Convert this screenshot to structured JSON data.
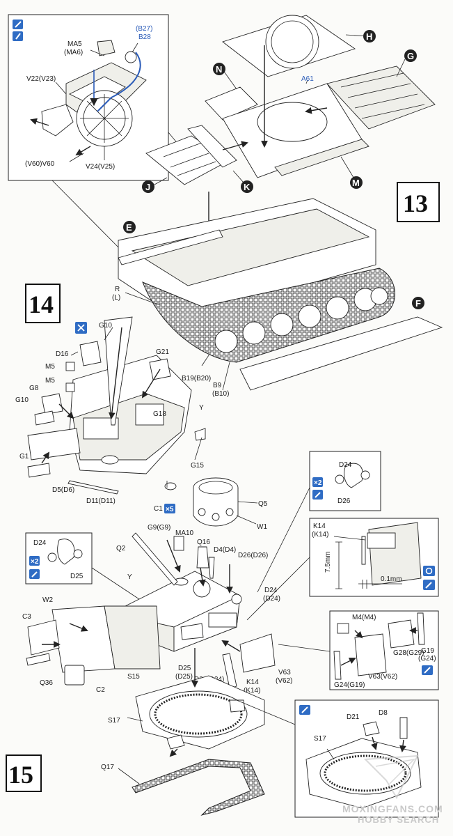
{
  "steps": {
    "s13": "13",
    "s14": "14",
    "s15": "15"
  },
  "subassemblies": {
    "H": "H",
    "G": "G",
    "N": "N",
    "M": "M",
    "K": "K",
    "J": "J",
    "E": "E",
    "F": "F"
  },
  "colors": {
    "paint_icon_bg": "#2f6cc4",
    "highlight_blue": "#2a5bb8",
    "ink": "#222222",
    "watermark": "#c9c9c9"
  },
  "icons": [
    "paint-icon",
    "glue-icon",
    "times-two-icon",
    "times-five-icon",
    "do-not-use-icon",
    "option-icon"
  ],
  "labels": {
    "ma5": "MA5",
    "ma6": "(MA6)",
    "b27": "(B27)",
    "b28": "B28",
    "v22": "V22(V23)",
    "v60": "(V60)V60",
    "v24": "V24(V25)",
    "a61": "A61",
    "r": "R",
    "l": "(L)",
    "b19": "B19(B20)",
    "b9": "B9",
    "b10": "(B10)",
    "g10a": "G10",
    "d16": "D16",
    "m5a": "M5",
    "m5b": "M5",
    "g8": "G8",
    "g10b": "G10",
    "g21": "G21",
    "g18": "G18",
    "y1": "Y",
    "g1": "G1",
    "d5": "D5(D6)",
    "d11": "D11(D11)",
    "g15": "G15",
    "c1": "C1",
    "x5": "×5",
    "q5": "Q5",
    "w1": "W1",
    "d24a": "D24",
    "d26a": "D26",
    "k14a": "K14",
    "k14b": "(K14)",
    "dim75": "7.5mm",
    "dim01": "0.1mm",
    "d24b": "D24",
    "d25a": "D25",
    "g9": "G9(G9)",
    "ma10": "MA10",
    "q16": "Q16",
    "d4": "D4(D4)",
    "q2": "Q2",
    "d26b": "D26(D26)",
    "y2": "Y",
    "d24c": "D24",
    "d24d": "(D24)",
    "w2": "W2",
    "c3": "C3",
    "q36": "Q36",
    "c2": "C2",
    "s15": "S15",
    "d25b": "D25",
    "d25c": "(D25)",
    "d24e": "D24(D24)",
    "k14c": "K14",
    "k14d": "(K14)",
    "v63": "V63",
    "v62": "(V62)",
    "m4": "M4(M4)",
    "g28": "G28(G29)",
    "g19": "G19",
    "g24": "(G24)",
    "v63b": "V63(V62)",
    "g24b": "G24(G19)",
    "s17a": "S17",
    "q17": "Q17",
    "d21": "D21",
    "d8": "D8",
    "s17b": "S17",
    "x2": "×2"
  },
  "watermark": {
    "line1": "MOXINGFANS.COM",
    "line2": "HOBBY SEARCH"
  }
}
